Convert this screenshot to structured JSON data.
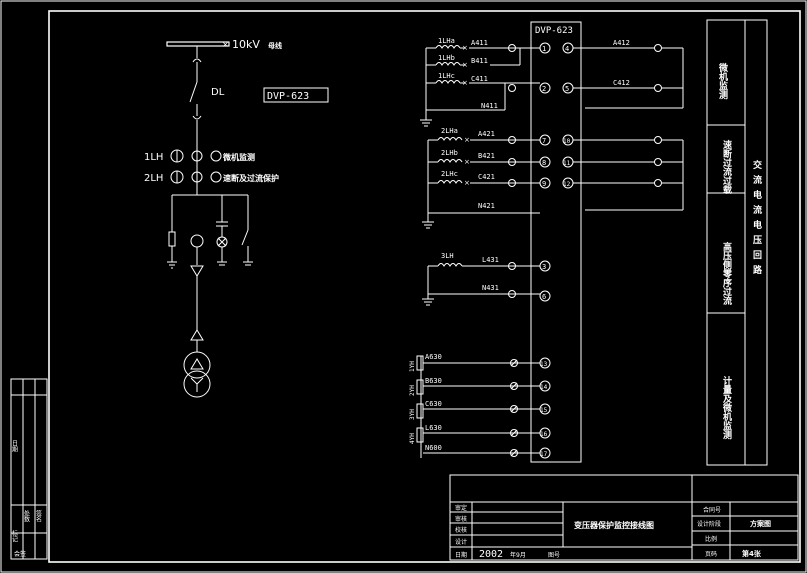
{
  "bus": {
    "voltage": "10kV",
    "bus_label": "母线"
  },
  "breaker": {
    "label": "DL"
  },
  "device_box": {
    "label": "DVP-623"
  },
  "ct_left": {
    "ct1": "1LH",
    "ct2": "2LH",
    "ct1_func": "微机监测",
    "ct2_func": "速断及过流保护"
  },
  "terminal_block": {
    "title": "DVP-623",
    "group1": {
      "ct_labels": [
        "1LHa",
        "1LHb",
        "1LHc"
      ],
      "wires": [
        "A411",
        "B411",
        "C411"
      ],
      "neutral": "N411",
      "terminals": [
        {
          "left": "1",
          "right": "4",
          "out": "A412"
        },
        {
          "left": "2",
          "right": "5",
          "out": "C412"
        }
      ]
    },
    "group2": {
      "ct_labels": [
        "2LHa",
        "2LHb",
        "2LHc"
      ],
      "wires": [
        "A421",
        "B421",
        "C421"
      ],
      "neutral": "N421",
      "terminals": [
        {
          "left": "7",
          "right": "10"
        },
        {
          "left": "8",
          "right": "11"
        },
        {
          "left": "9",
          "right": "12"
        }
      ]
    },
    "group3": {
      "ct_label": "3LH",
      "wires": [
        "L431",
        "N431"
      ],
      "terminals": [
        "3",
        "6"
      ]
    },
    "group4": {
      "pt_labels": [
        "1YH",
        "2YH",
        "3YH",
        "4YH"
      ],
      "wires": [
        "A630",
        "B630",
        "C630",
        "L630",
        "N600"
      ],
      "terminals": [
        "13",
        "14",
        "15",
        "16",
        "17"
      ]
    }
  },
  "right_panel": {
    "sections": [
      "微机监测",
      "速断过流过载",
      "高压侧零序过流",
      "计量及微机监测"
    ],
    "group_label": "交流电流电压回路"
  },
  "left_strip": {
    "labels": [
      "会签",
      "标记",
      "处数",
      "签名",
      "日期"
    ]
  },
  "title_block": {
    "row_labels": [
      "审定",
      "审核",
      "校核",
      "设计",
      "日期"
    ],
    "drawing_title": "变压器保护监控接线图",
    "date_year": "2002",
    "date_suffix": "年9月",
    "drawing_no_label": "图号",
    "right_labels": [
      "合同号",
      "设计阶段",
      "比例",
      "页码"
    ],
    "stage_value": "方案图",
    "page_value": "第4张"
  }
}
